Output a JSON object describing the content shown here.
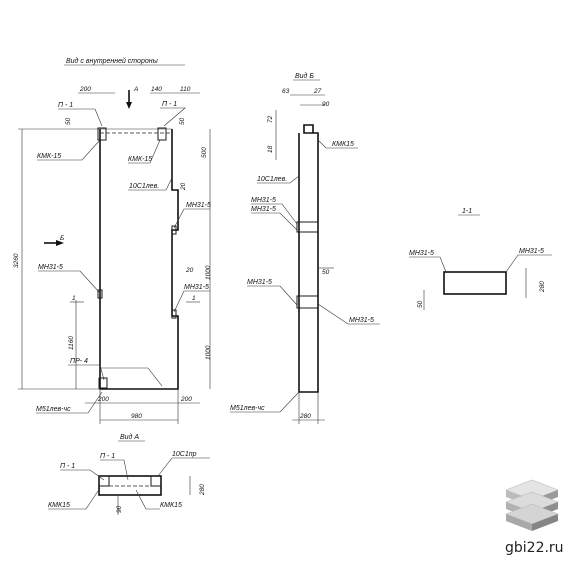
{
  "views": {
    "front_title": "Вид с внутренней стороны",
    "side_title": "Вид Б",
    "bottom_title": "Вид А",
    "section_title": "1-1"
  },
  "front": {
    "dims_top": [
      "200",
      "140",
      "110"
    ],
    "dims_left": [
      "3260",
      "1160"
    ],
    "dims_small": [
      "50",
      "50"
    ],
    "dims_right": [
      "500",
      "20",
      "1000",
      "20",
      "1000"
    ],
    "dims_bottom": [
      "200",
      "980",
      "200"
    ],
    "labels": {
      "p1_left": "П - 1",
      "p1_right": "П - 1",
      "kmk_left": "КМК-15",
      "kmk_right": "КМК-15",
      "s10_left": "10С1лев.",
      "mn_left": "МН31-5",
      "mn_right_top": "МН31-5",
      "mn_right_bottom": "МН31-5",
      "pr4": "ПР- 4",
      "m51": "М51лев-чс",
      "section_mark": "1",
      "section_mark_right": "1",
      "arrow_a": "А",
      "arrow_b": "Б"
    }
  },
  "side": {
    "dims_top": [
      "63",
      "27",
      "90"
    ],
    "dims_left": [
      "72",
      "18"
    ],
    "dim_mid": "50",
    "dim_bottom": "280",
    "labels": {
      "kmk": "КМК15",
      "s10": "10С1лев.",
      "mn1": "МН31-5",
      "mn2": "МН31-5",
      "mn3": "МН31-5",
      "mn4": "МН31-5",
      "m51": "М51лев-чс"
    }
  },
  "section": {
    "mn_left": "МН31-5",
    "mn_right": "МН31-5",
    "dim_right": "280",
    "dim_left": "50"
  },
  "bottom": {
    "labels": {
      "p1_left": "П - 1",
      "p1_center": "П - 1",
      "s10pr": "10С1пр",
      "kmk_left": "КМК15",
      "kmk_right": "КМК15"
    },
    "dim_right": "280",
    "dim_left": "90"
  },
  "watermark": {
    "text": "gbi22.ru"
  },
  "colors": {
    "line": "#1a1a1a",
    "logo_light": "#d8d8d8",
    "logo_dark": "#8c8c8c"
  }
}
